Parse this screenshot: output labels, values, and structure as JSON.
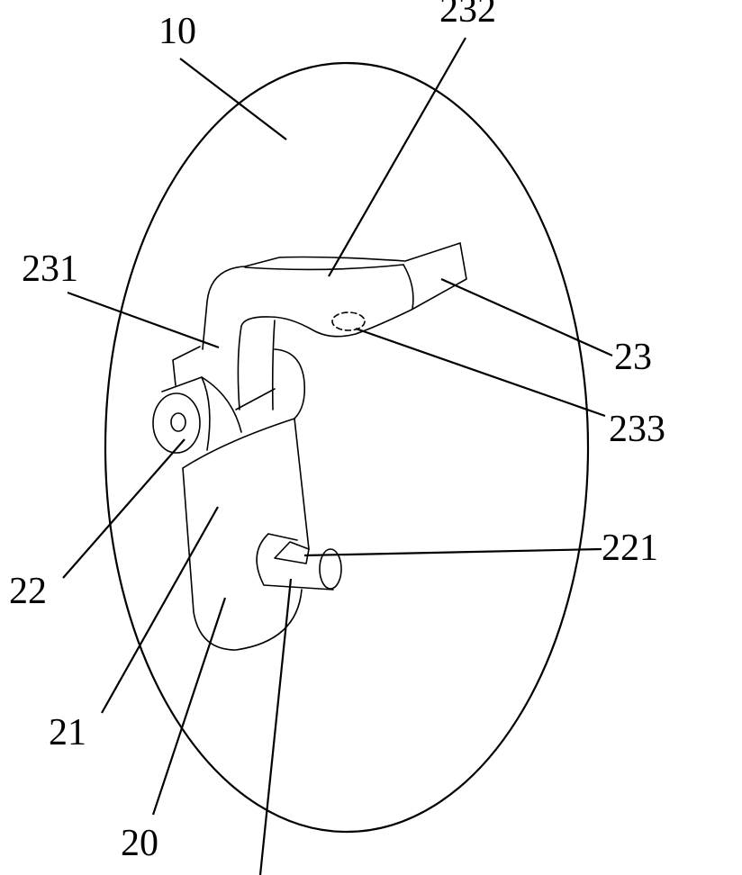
{
  "figure": {
    "labels": {
      "housing": "10",
      "bracket_top": "232",
      "bracket_upright": "231",
      "bracket": "23",
      "recess": "233",
      "pin": "221",
      "hinge": "22",
      "plate": "21",
      "assembly": "20"
    },
    "colors": {
      "line": "#000000",
      "background": "#ffffff"
    }
  }
}
